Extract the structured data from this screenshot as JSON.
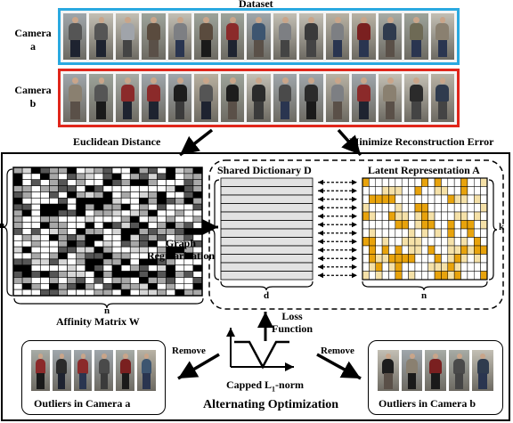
{
  "labels": {
    "dataset": "Dataset",
    "camera_a_line1": "Camera",
    "camera_a_line2": "a",
    "camera_b_line1": "Camera",
    "camera_b_line2": "b",
    "euclidean": "Euclidean Distance",
    "minimize": "Minimize Reconstruction Error",
    "shared_dictionary": "Shared Dictionary D",
    "latent_representation": "Latent Representation A",
    "graph_line1": "Graph",
    "graph_line2": "Regularization",
    "affinity": "Affinity Matrix W",
    "n_left": "n",
    "n_bottom": "n",
    "k_left": "k",
    "k_right": "k",
    "d_bottom": "d",
    "n_latent": "n",
    "loss_line1": "Loss",
    "loss_line2": "Function",
    "capped_prefix": "Capped L",
    "capped_sub": "1",
    "capped_suffix": "-norm",
    "remove_left": "Remove",
    "remove_right": "Remove",
    "outliers_a": "Outliers in Camera a",
    "outliers_b": "Outliers in Camera b",
    "alternating": "Alternating Optimization"
  },
  "colors": {
    "camera_a_border": "#2aa9e0",
    "camera_b_border": "#e0261b",
    "latent_yellow": "#e8a30c",
    "latent_light": "#f5e1a8"
  }
}
